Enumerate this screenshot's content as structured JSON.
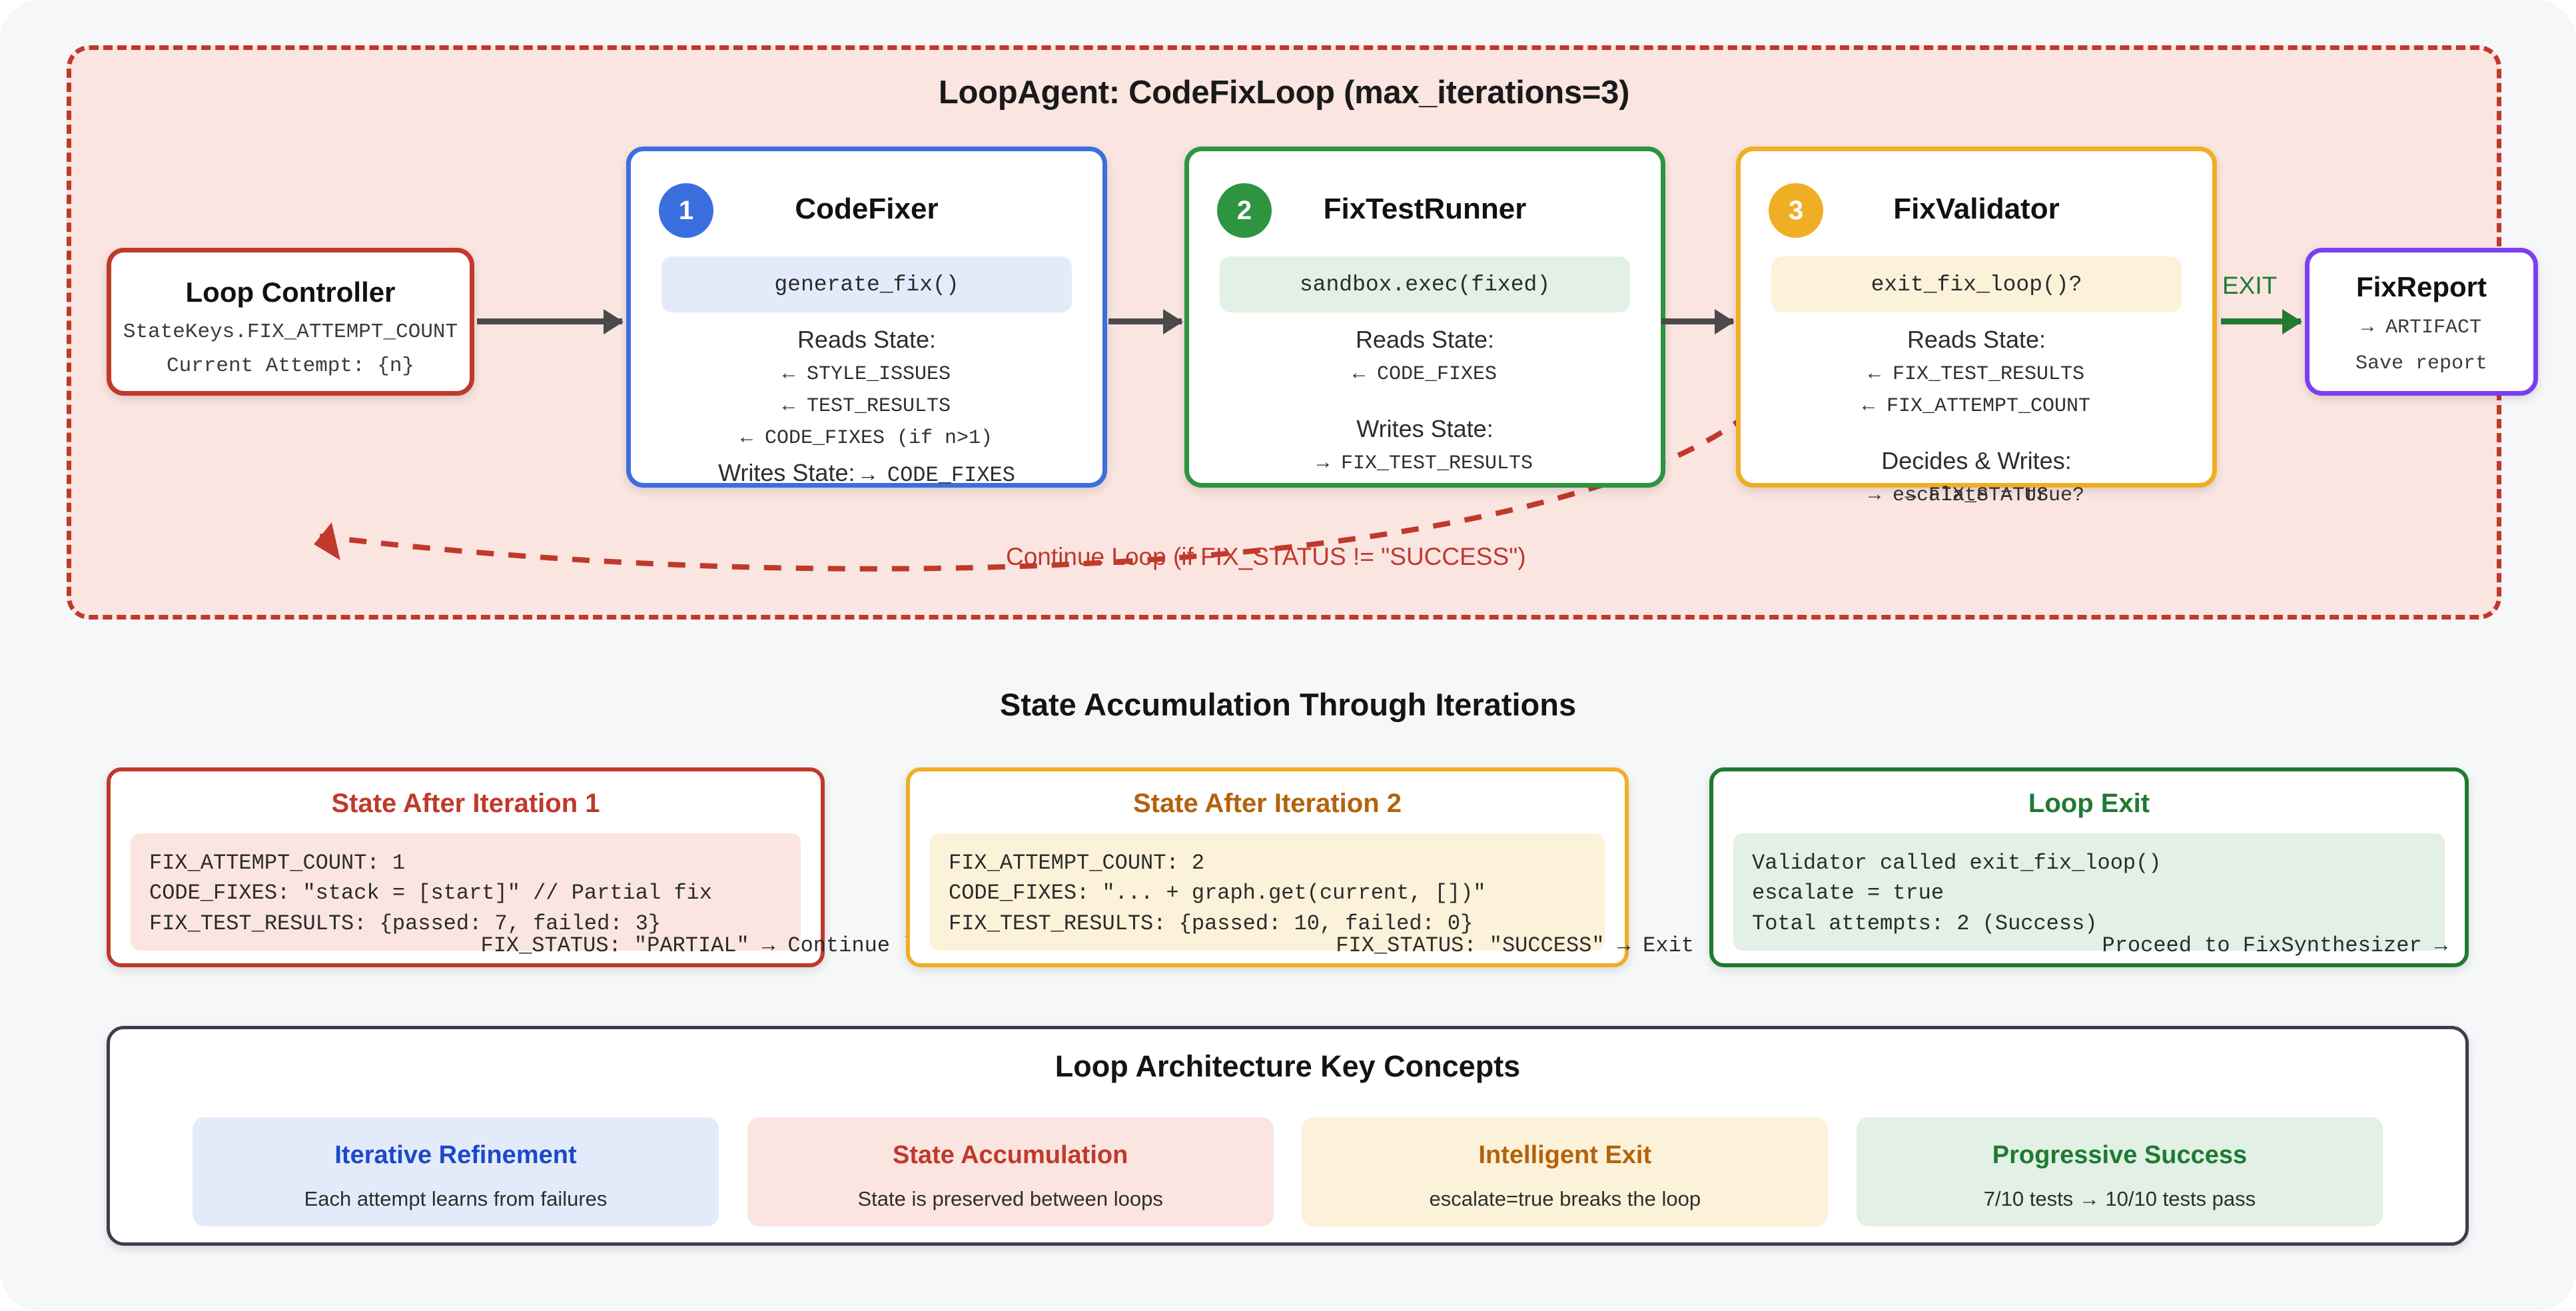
{
  "loop": {
    "title": "LoopAgent: CodeFixLoop (max_iterations=3)",
    "loopback_label": "Continue Loop (if FIX_STATUS != \"SUCCESS\")",
    "exit_label": "EXIT"
  },
  "controller": {
    "title": "Loop Controller",
    "state_key": "StateKeys.FIX_ATTEMPT_COUNT",
    "attempt": "Current Attempt: {n}"
  },
  "agents": [
    {
      "number": "1",
      "name": "CodeFixer",
      "call": "generate_fix()",
      "reads_label": "Reads State:",
      "reads": [
        "← STYLE_ISSUES",
        "← TEST_RESULTS",
        "← CODE_FIXES (if n>1)"
      ],
      "writes_label": "Writes State:",
      "writes_inline": "→ CODE_FIXES"
    },
    {
      "number": "2",
      "name": "FixTestRunner",
      "call": "sandbox.exec(fixed)",
      "reads_label": "Reads State:",
      "reads": [
        "← CODE_FIXES"
      ],
      "writes_label": "Writes State:",
      "writes": [
        "→ FIX_TEST_RESULTS"
      ]
    },
    {
      "number": "3",
      "name": "FixValidator",
      "call": "exit_fix_loop()?",
      "reads_label": "Reads State:",
      "reads": [
        "← FIX_TEST_RESULTS",
        "← FIX_ATTEMPT_COUNT"
      ],
      "writes_label": "Decides & Writes:",
      "writes": [
        "→ FIX_STATUS"
      ],
      "overflow": "→ escalate = true?"
    }
  ],
  "report": {
    "title": "FixReport",
    "line1": "→ ARTIFACT",
    "line2": "Save report"
  },
  "state_section": {
    "heading": "State Accumulation Through Iterations",
    "cards": [
      {
        "title": "State After Iteration 1",
        "lines": [
          "FIX_ATTEMPT_COUNT: 1",
          "CODE_FIXES: \"stack = [start]\" // Partial fix",
          "FIX_TEST_RESULTS: {passed: 7, failed: 3}"
        ],
        "footer": "FIX_STATUS: \"PARTIAL\" → Continue loop"
      },
      {
        "title": "State After Iteration 2",
        "lines": [
          "FIX_ATTEMPT_COUNT: 2",
          "CODE_FIXES: \"... + graph.get(current, [])\"",
          "FIX_TEST_RESULTS: {passed: 10, failed: 0}"
        ],
        "footer": "FIX_STATUS: \"SUCCESS\" → Exit loop"
      },
      {
        "title": "Loop Exit",
        "lines": [
          "Validator called exit_fix_loop()",
          "escalate = true",
          "Total attempts: 2 (Success)"
        ],
        "footer": "Proceed to FixSynthesizer →"
      }
    ]
  },
  "concepts": {
    "heading": "Loop Architecture Key Concepts",
    "items": [
      {
        "title": "Iterative Refinement",
        "desc": "Each attempt learns from failures"
      },
      {
        "title": "State Accumulation",
        "desc": "State is preserved between loops"
      },
      {
        "title": "Intelligent Exit",
        "desc": "escalate=true breaks the loop"
      },
      {
        "title": "Progressive Success",
        "desc": "7/10 tests → 10/10 tests pass"
      }
    ]
  }
}
